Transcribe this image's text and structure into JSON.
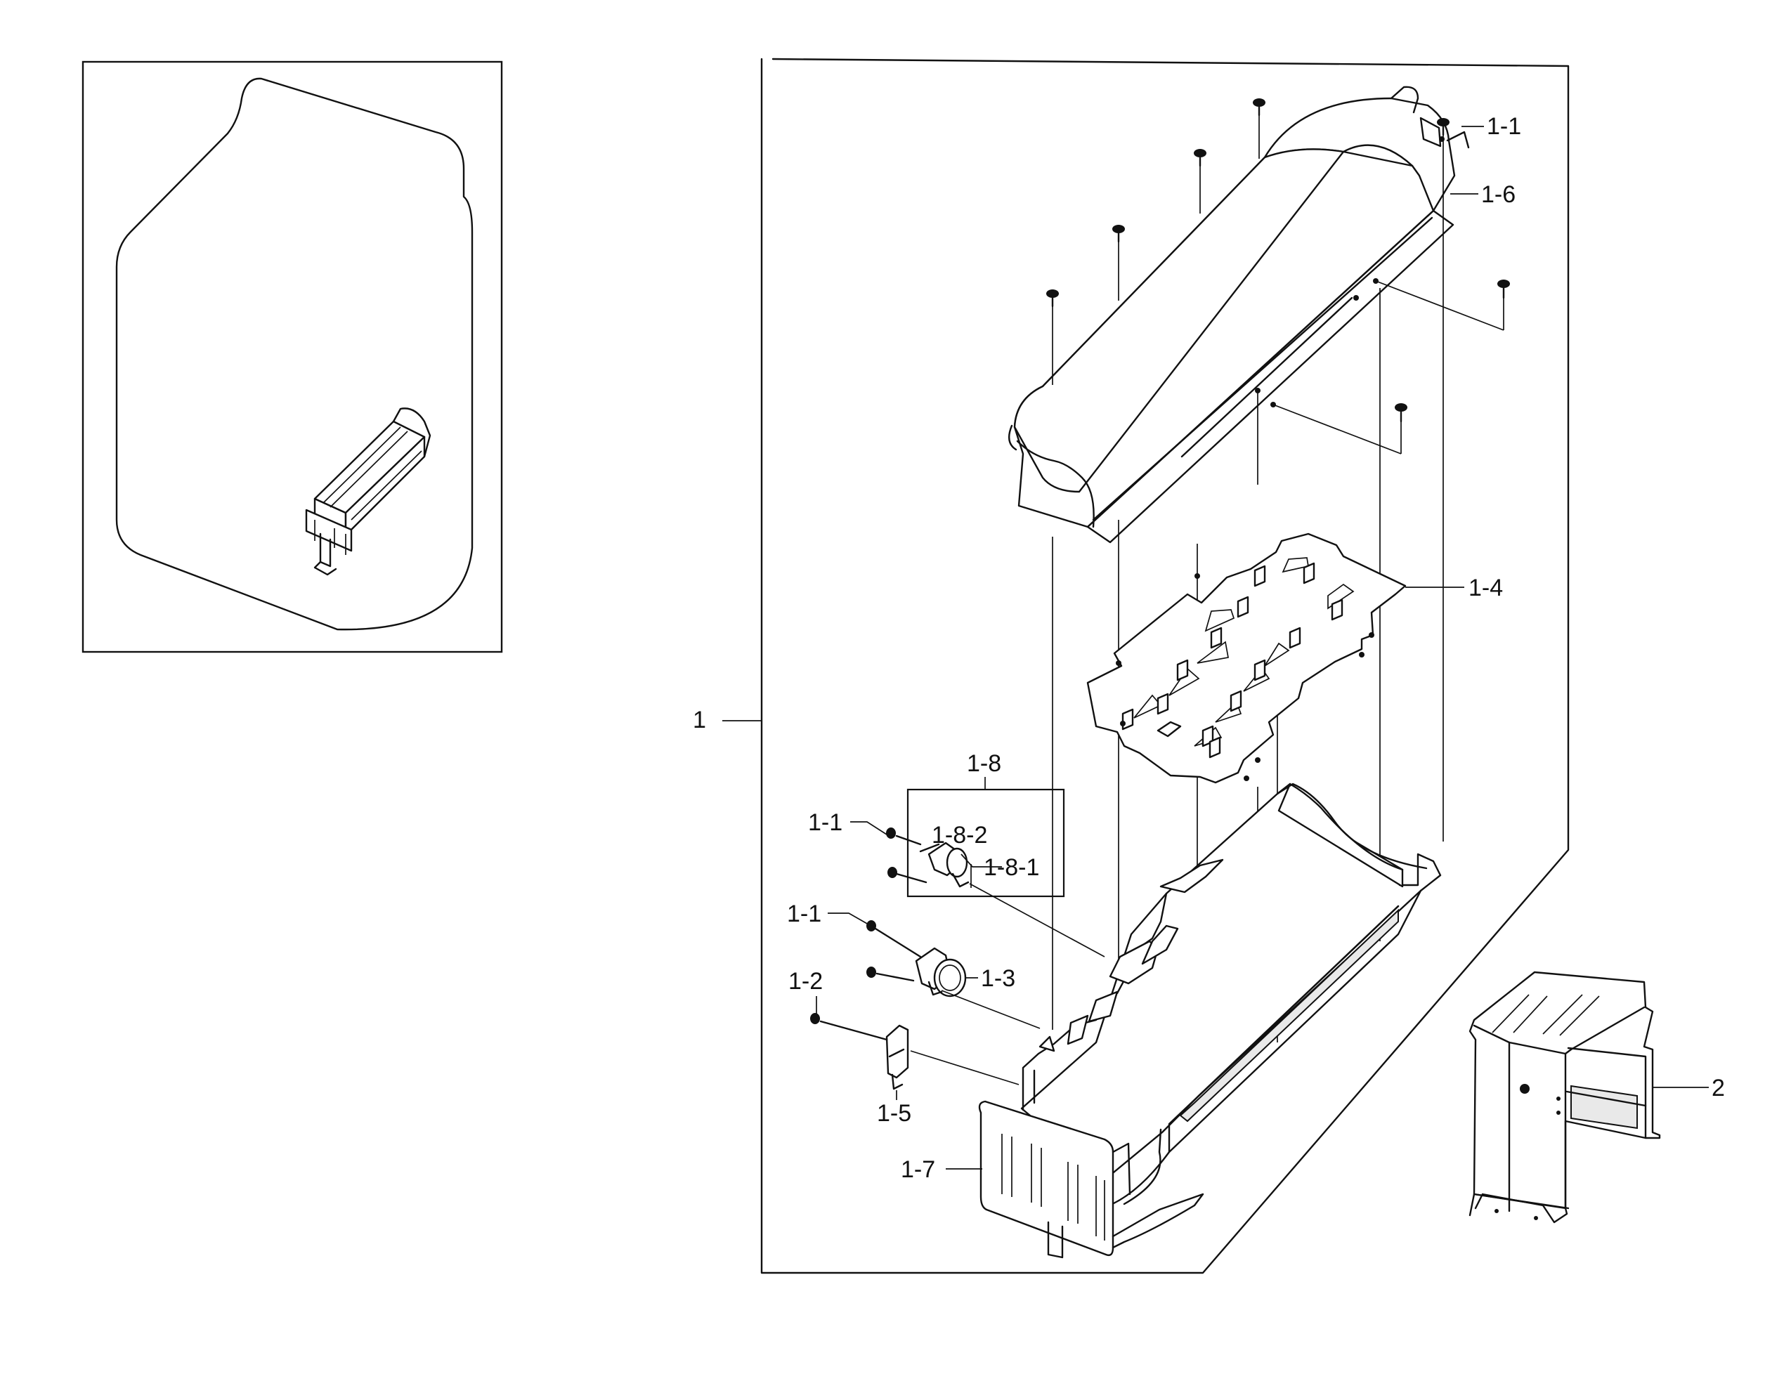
{
  "diagram": {
    "labels": {
      "l_1": "1",
      "l_1_1_top": "1-1",
      "l_1_6": "1-6",
      "l_1_4": "1-4",
      "l_1_8": "1-8",
      "l_1_1_a": "1-1",
      "l_1_8_2": "1-8-2",
      "l_1_8_1": "1-8-1",
      "l_1_1_b": "1-1",
      "l_1_3": "1-3",
      "l_1_2": "1-2",
      "l_1_5": "1-5",
      "l_1_7": "1-7",
      "l_2": "2"
    }
  }
}
